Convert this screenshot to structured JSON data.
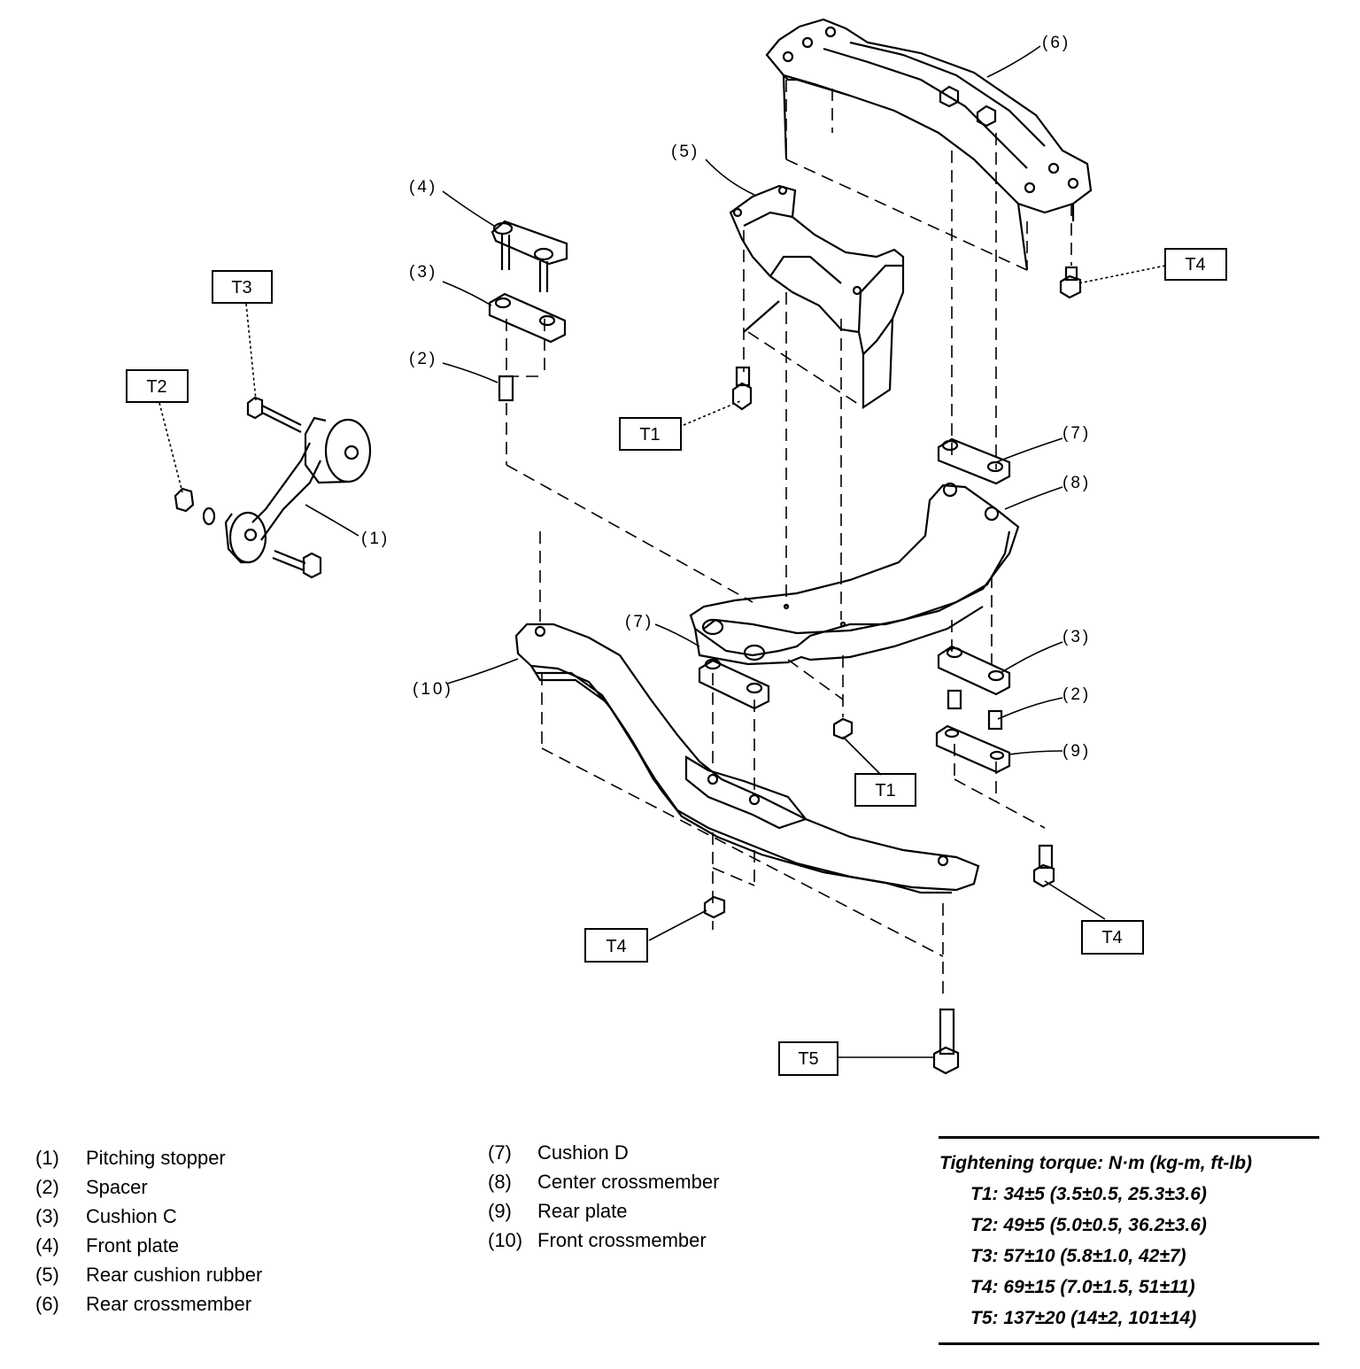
{
  "callouts": {
    "c1": "(1)",
    "c2a": "(2)",
    "c2b": "(2)",
    "c3a": "(3)",
    "c3b": "(3)",
    "c4": "(4)",
    "c5": "(5)",
    "c6": "(6)",
    "c7a": "(7)",
    "c7b": "(7)",
    "c8": "(8)",
    "c9": "(9)",
    "c10": "(10)"
  },
  "torque_tags": {
    "t1a": "T1",
    "t1b": "T1",
    "t2": "T2",
    "t3": "T3",
    "t4a": "T4",
    "t4b": "T4",
    "t4c": "T4",
    "t5": "T5"
  },
  "legend_left": [
    {
      "num": "(1)",
      "name": "Pitching stopper"
    },
    {
      "num": "(2)",
      "name": "Spacer"
    },
    {
      "num": "(3)",
      "name": "Cushion C"
    },
    {
      "num": "(4)",
      "name": "Front plate"
    },
    {
      "num": "(5)",
      "name": "Rear cushion rubber"
    },
    {
      "num": "(6)",
      "name": "Rear crossmember"
    }
  ],
  "legend_right": [
    {
      "num": "(7)",
      "name": "Cushion D"
    },
    {
      "num": "(8)",
      "name": "Center crossmember"
    },
    {
      "num": "(9)",
      "name": "Rear plate"
    },
    {
      "num": "(10)",
      "name": "Front crossmember"
    }
  ],
  "torque_table": {
    "title": "Tightening torque: N·m (kg-m, ft-lb)",
    "rows": [
      "T1: 34±5 (3.5±0.5, 25.3±3.6)",
      "T2: 49±5 (5.0±0.5, 36.2±3.6)",
      "T3: 57±10 (5.8±1.0, 42±7)",
      "T4: 69±15 (7.0±1.5, 51±11)",
      "T5: 137±20 (14±2, 101±14)"
    ]
  }
}
